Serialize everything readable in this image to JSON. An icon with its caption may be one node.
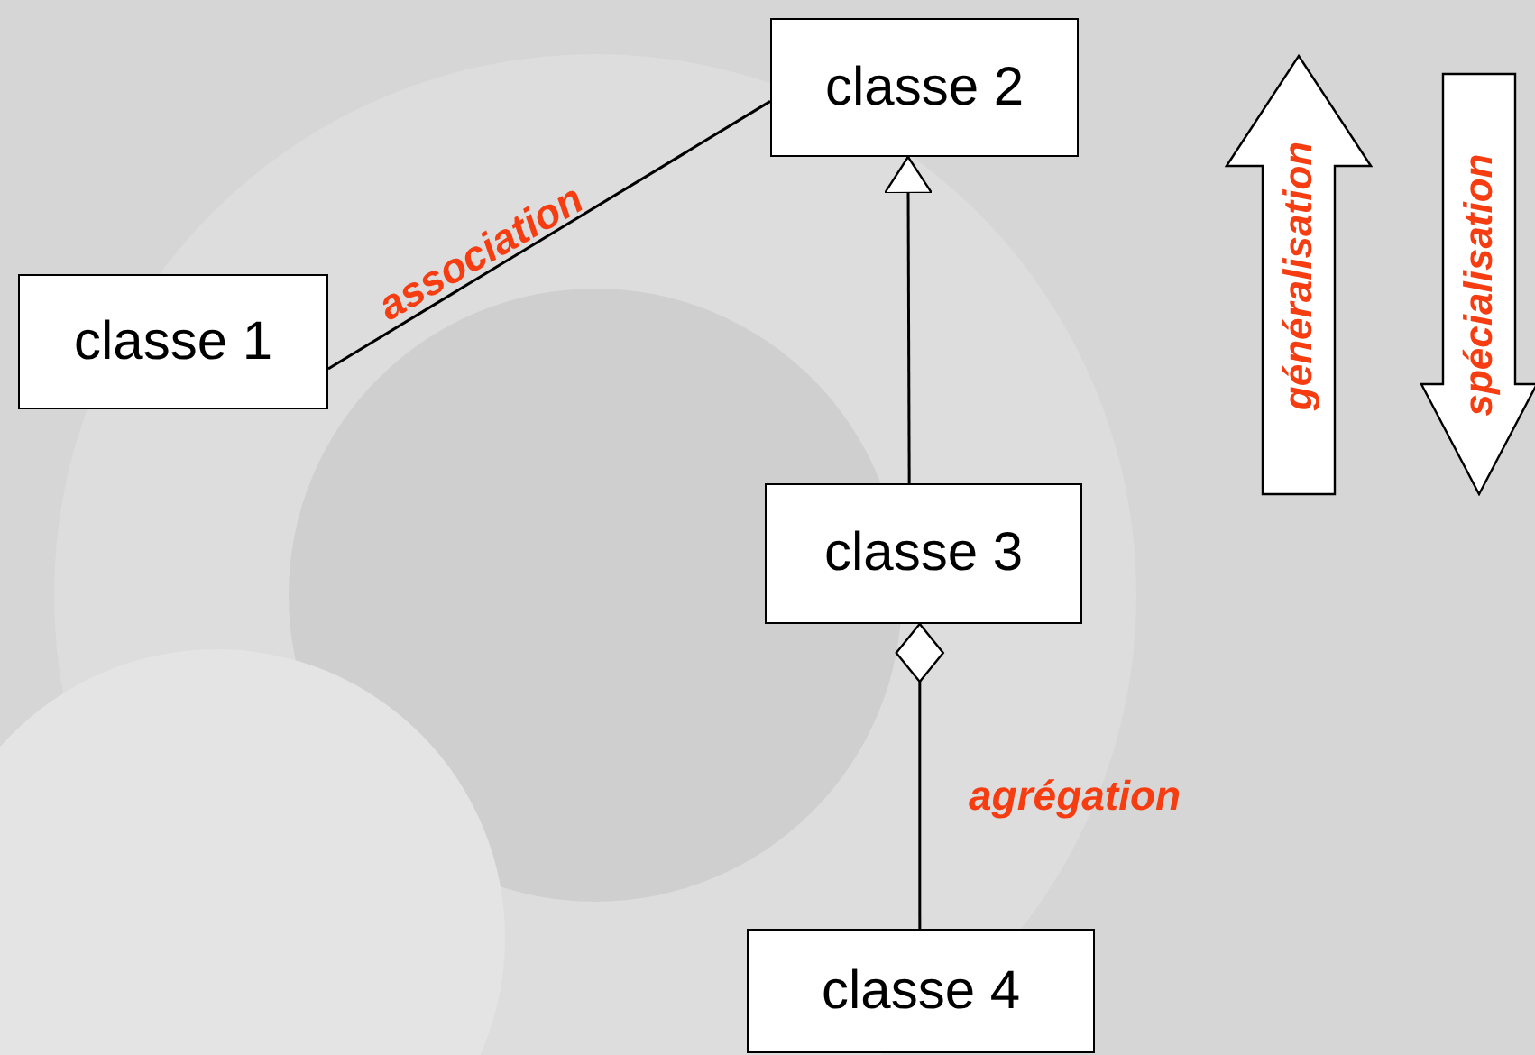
{
  "diagram": {
    "nodes": [
      {
        "text": [
          "classe 1"
        ]
      },
      {
        "text": [
          "classe 2"
        ]
      },
      {
        "text": [
          "classe 3"
        ]
      },
      {
        "text": [
          "classe 4"
        ]
      },
      {
        "text": [
          "généralisation"
        ]
      },
      {
        "text": [
          "spécialisation"
        ]
      }
    ],
    "edges": [
      {
        "from": 0,
        "to": 1,
        "arrow": "none",
        "label": "association"
      },
      {
        "from": 2,
        "to": 1,
        "arrow": "to"
      },
      {
        "from": 3,
        "to": 2,
        "arrow": "other",
        "label": "agrégation"
      }
    ]
  }
}
